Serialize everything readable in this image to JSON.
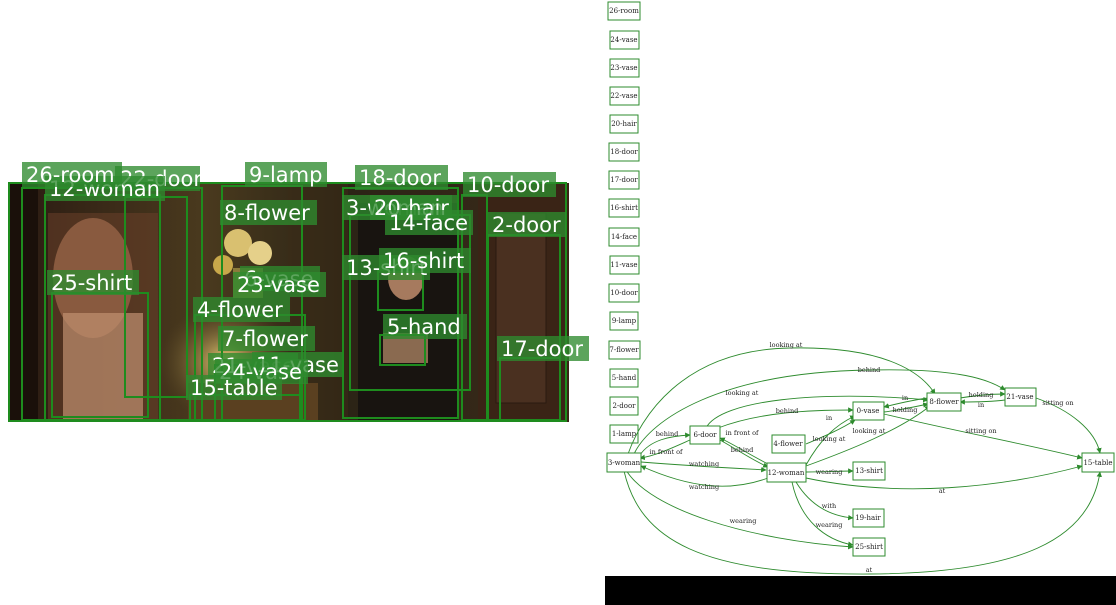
{
  "image_panel": {
    "labels": [
      "26-room",
      "22-door",
      "12-woman",
      "9-lamp",
      "18-door",
      "10-door",
      "8-flower",
      "3-woman",
      "20-hair",
      "14-face",
      "2-door",
      "25-shirt",
      "6-vase",
      "23-vase",
      "16-shirt",
      "13-shirt",
      "4-flower",
      "5-hand",
      "7-flower",
      "17-door",
      "21-vase",
      "11-vase",
      "24-vase",
      "15-table"
    ]
  },
  "graph": {
    "isolated_nodes": [
      "26-room",
      "24-vase",
      "23-vase",
      "22-vase",
      "20-hair",
      "18-door",
      "17-door",
      "16-shirt",
      "14-face",
      "11-vase",
      "10-door",
      "9-lamp",
      "7-flower",
      "5-hand",
      "2-door",
      "1-lamp"
    ],
    "nodes": [
      "3-woman",
      "6-door",
      "4-flower",
      "12-woman",
      "0-vase",
      "8-flower",
      "21-vase",
      "13-shirt",
      "19-hair",
      "25-shirt",
      "15-table"
    ],
    "edges": [
      {
        "label": "looking at"
      },
      {
        "label": "behind"
      },
      {
        "label": "looking at"
      },
      {
        "label": "behind"
      },
      {
        "label": "behind"
      },
      {
        "label": "in front of"
      },
      {
        "label": "in front of"
      },
      {
        "label": "behind"
      },
      {
        "label": "in"
      },
      {
        "label": "watching"
      },
      {
        "label": "watching"
      },
      {
        "label": "looking at"
      },
      {
        "label": "looking at"
      },
      {
        "label": "in"
      },
      {
        "label": "holding"
      },
      {
        "label": "holding"
      },
      {
        "label": "in"
      },
      {
        "label": "sitting on"
      },
      {
        "label": "sitting on"
      },
      {
        "label": "wearing"
      },
      {
        "label": "at"
      },
      {
        "label": "with"
      },
      {
        "label": "wearing"
      },
      {
        "label": "wearing"
      },
      {
        "label": "at"
      }
    ]
  }
}
